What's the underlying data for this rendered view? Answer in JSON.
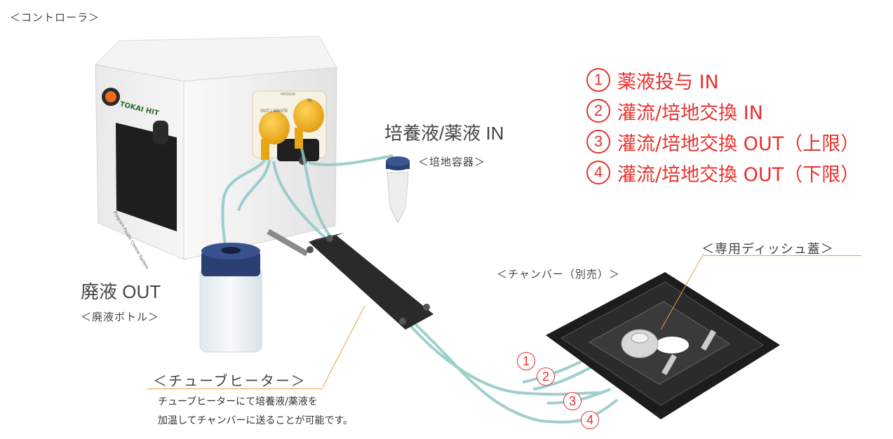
{
  "labels": {
    "controller": "＜コントローラ＞",
    "medium_in": "培養液/薬液 IN",
    "medium_container": "＜培地容器＞",
    "waste_out": "廃液 OUT",
    "waste_bottle": "＜廃液ボトル＞",
    "tube_heater": "＜チューブヒーター＞",
    "tube_heater_desc_1": "チューブヒーターにて培養液/薬液を",
    "tube_heater_desc_2": "加温してチャンバーに送ることが可能です。",
    "chamber": "＜チャンバー（別売）＞",
    "dish_lid": "＜専用ディッシュ蓋＞",
    "device_brand": "TOKAI HIT",
    "device_caption": "Program Fluidic Control System",
    "port_label_left": "OUT / WASTE",
    "port_label_right": "IN",
    "port_label_medium": "MEDIUM"
  },
  "legend": [
    {
      "num": "1",
      "text": "薬液投与 IN"
    },
    {
      "num": "2",
      "text": "灌流/培地交換 IN"
    },
    {
      "num": "3",
      "text": "灌流/培地交換 OUT（上限）"
    },
    {
      "num": "4",
      "text": "灌流/培地交換 OUT（下限）"
    }
  ],
  "callouts": [
    "1",
    "2",
    "3",
    "4"
  ],
  "colors": {
    "accent_red": "#e6322e",
    "leader_orange": "#e6a23a",
    "tube": "#8fc7c3",
    "cap_blue": "#2c3f73",
    "pump_yellow": "#f2b21c"
  }
}
